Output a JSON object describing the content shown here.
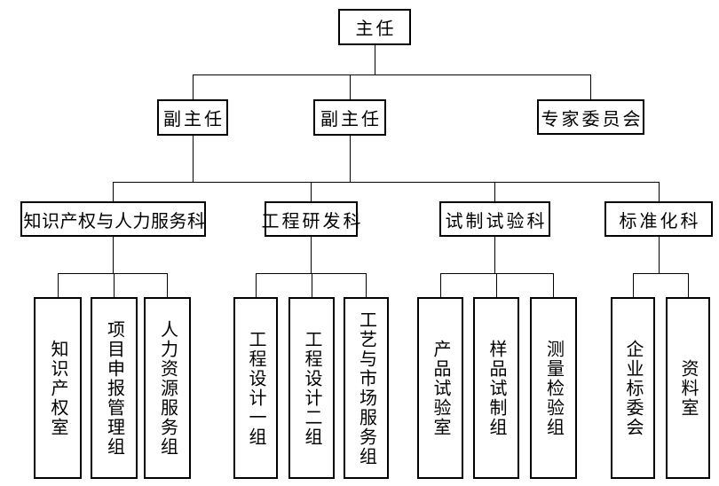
{
  "org_chart": {
    "director": {
      "label": "主任"
    },
    "level2": {
      "deputy_left": {
        "label": "副主任"
      },
      "deputy_center": {
        "label": "副主任"
      },
      "expert_committee": {
        "label": "专家委员会"
      }
    },
    "departments": {
      "ip_hr": {
        "label": "知识产权与人力服务科"
      },
      "rd": {
        "label": "工程研发科"
      },
      "trial": {
        "label": "试制试验科"
      },
      "standardization": {
        "label": "标准化科"
      }
    },
    "groups": {
      "ip_hr": [
        "知识产权室",
        "项目申报管理组",
        "人力资源服务组"
      ],
      "rd": [
        "工程设计一组",
        "工程设计二组",
        "工艺与市场服务组"
      ],
      "trial": [
        "产品试验室",
        "样品试制组",
        "测量检验组"
      ],
      "standardization": [
        "企业标委会",
        "资料室"
      ]
    },
    "colors": {
      "line": "#000000",
      "background": "#ffffff",
      "text": "#000000"
    }
  }
}
